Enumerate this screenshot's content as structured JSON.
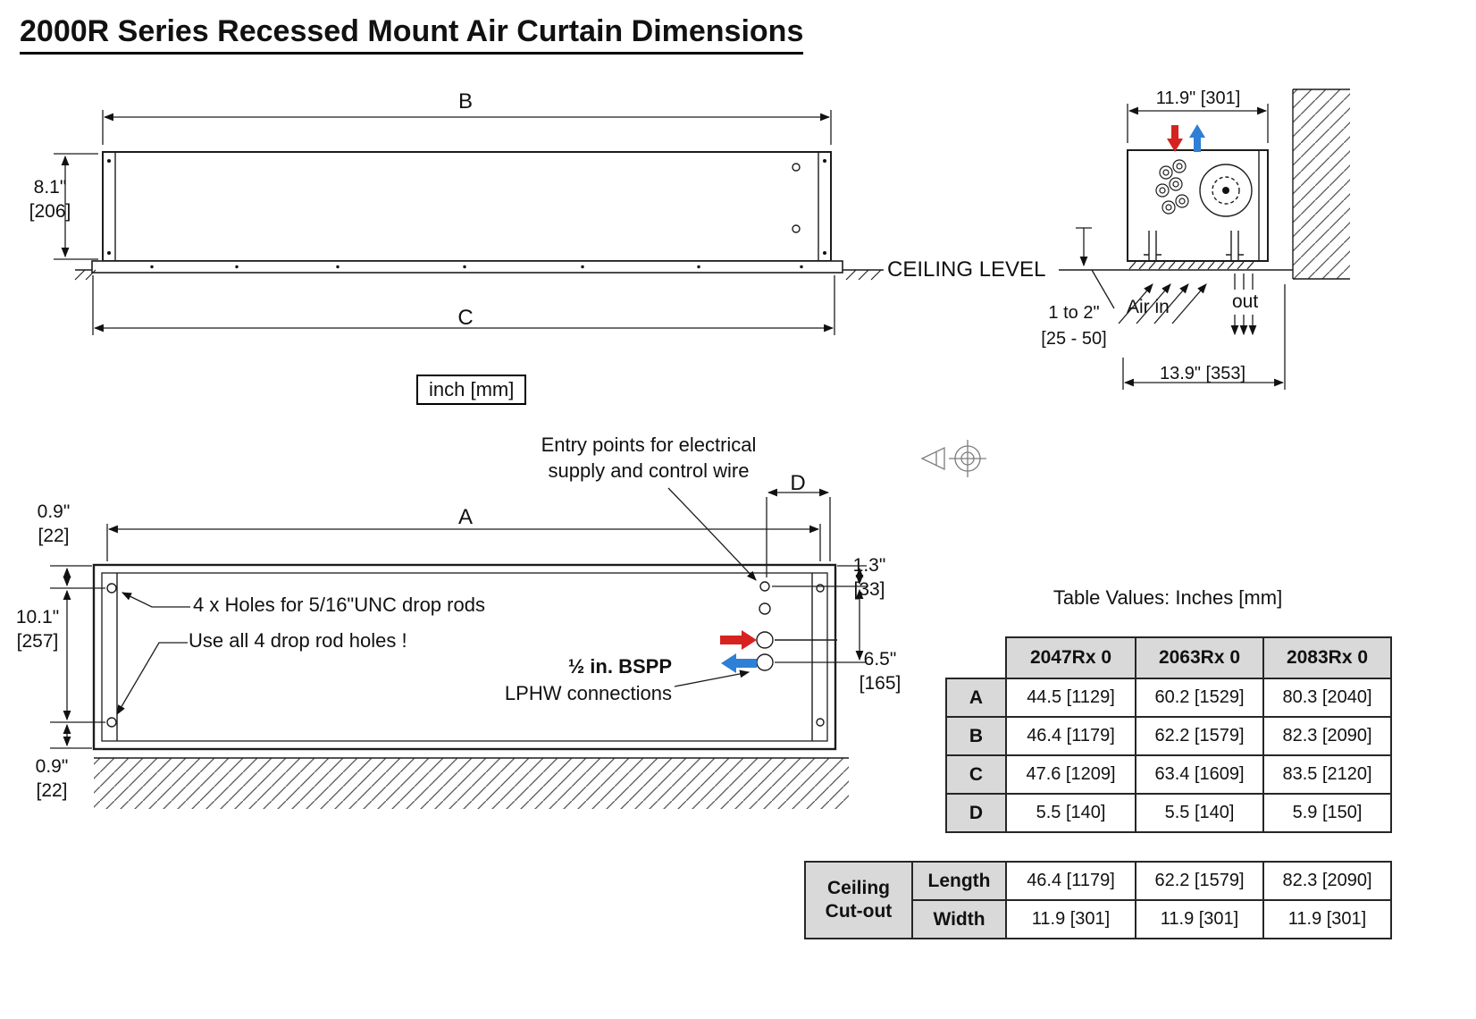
{
  "title": "2000R Series Recessed Mount Air Curtain Dimensions",
  "units_note": "inch [mm]",
  "front_view": {
    "dim_b_label": "B",
    "dim_c_label": "C",
    "height_in": "8.1\"",
    "height_mm": "[206]",
    "ceiling_level": "CEILING LEVEL"
  },
  "side_view": {
    "top_width": "11.9\" [301]",
    "recess_gap_in": "1 to 2\"",
    "recess_gap_mm": "[25 - 50]",
    "air_in_label": "Air in",
    "air_out_label": "out",
    "overall_depth": "13.9\" [353]"
  },
  "plan_view": {
    "dim_a_label": "A",
    "dim_d_label": "D",
    "edge_top_in": "0.9\"",
    "edge_top_mm": "[22]",
    "hole_spacing_in": "10.1\"",
    "hole_spacing_mm": "[257]",
    "edge_bottom_in": "0.9\"",
    "edge_bottom_mm": "[22]",
    "entry_offset_in": "1.3\"",
    "entry_offset_mm": "[33]",
    "lphw_offset_in": "6.5\"",
    "lphw_offset_mm": "[165]",
    "entry_note_line1": "Entry points for electrical",
    "entry_note_line2": "supply and control wire",
    "drop_rod_note": "4 x Holes for 5/16\"UNC drop rods",
    "drop_rod_warning": "Use all 4 drop rod holes !",
    "bspp_label": "½ in. BSPP",
    "lphw_label": "LPHW connections"
  },
  "table": {
    "title": "Table Values: Inches [mm]",
    "columns": [
      "2047Rx 0",
      "2063Rx 0",
      "2083Rx 0"
    ],
    "rows": [
      {
        "label": "A",
        "values": [
          "44.5 [1129]",
          "60.2 [1529]",
          "80.3 [2040]"
        ]
      },
      {
        "label": "B",
        "values": [
          "46.4 [1179]",
          "62.2 [1579]",
          "82.3 [2090]"
        ]
      },
      {
        "label": "C",
        "values": [
          "47.6 [1209]",
          "63.4 [1609]",
          "83.5 [2120]"
        ]
      },
      {
        "label": "D",
        "values": [
          "5.5 [140]",
          "5.5 [140]",
          "5.9 [150]"
        ]
      }
    ],
    "cutout_label_line1": "Ceiling",
    "cutout_label_line2": "Cut-out",
    "cutout_rows": [
      {
        "label": "Length",
        "values": [
          "46.4 [1179]",
          "62.2 [1579]",
          "82.3 [2090]"
        ]
      },
      {
        "label": "Width",
        "values": [
          "11.9 [301]",
          "11.9 [301]",
          "11.9 [301]"
        ]
      }
    ]
  },
  "colors": {
    "warm_arrow": "#d62320",
    "cool_arrow": "#2e7fd6",
    "table_header_bg": "#d9d9d9",
    "line": "#1c1c1c"
  }
}
